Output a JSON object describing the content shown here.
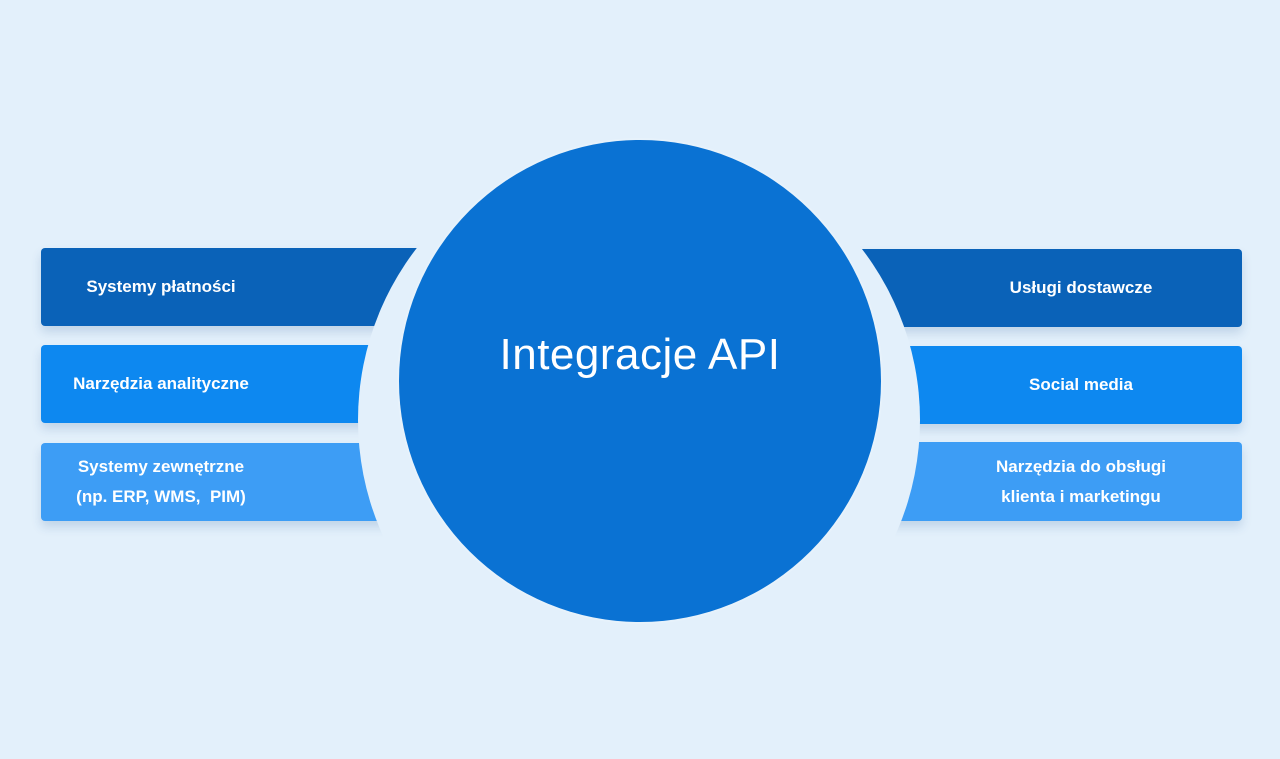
{
  "center": {
    "title": "Integracje API"
  },
  "left_items": [
    {
      "lines": [
        "Systemy płatności"
      ],
      "color": "#0a62b8"
    },
    {
      "lines": [
        "Narzędzia analityczne"
      ],
      "color": "#0d88f0"
    },
    {
      "lines": [
        "Systemy zewnętrzne",
        "(np. ERP, WMS,  PIM)"
      ],
      "color": "#3d9df5"
    }
  ],
  "right_items": [
    {
      "lines": [
        "Usługi dostawcze"
      ],
      "color": "#0a62b8"
    },
    {
      "lines": [
        "Social media"
      ],
      "color": "#0d88f0"
    },
    {
      "lines": [
        "Narzędzia do obsługi",
        "klienta i marketingu"
      ],
      "color": "#3d9df5"
    }
  ]
}
